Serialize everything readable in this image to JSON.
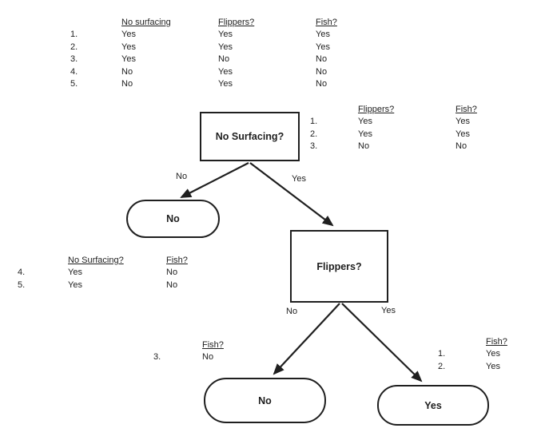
{
  "colors": {
    "ink": "#1f1f1f",
    "background": "#ffffff"
  },
  "tables": {
    "full_dataset": {
      "headers": {
        "c1": "No surfacing",
        "c2": "Flippers?",
        "c3": "Fish?"
      },
      "rows": [
        {
          "num": "1.",
          "c1": "Yes",
          "c2": "Yes",
          "c3": "Yes"
        },
        {
          "num": "2.",
          "c1": "Yes",
          "c2": "Yes",
          "c3": "Yes"
        },
        {
          "num": "3.",
          "c1": "Yes",
          "c2": "No",
          "c3": "No"
        },
        {
          "num": "4.",
          "c1": "No",
          "c2": "Yes",
          "c3": "No"
        },
        {
          "num": "5.",
          "c1": "No",
          "c2": "Yes",
          "c3": "No"
        }
      ]
    },
    "surfacing_yes_subset": {
      "headers": {
        "c1": "Flippers?",
        "c2": "Fish?"
      },
      "rows": [
        {
          "num": "1.",
          "c1": "Yes",
          "c2": "Yes"
        },
        {
          "num": "2.",
          "c1": "Yes",
          "c2": "Yes"
        },
        {
          "num": "3.",
          "c1": "No",
          "c2": "No"
        }
      ]
    },
    "surfacing_no_subset": {
      "headers": {
        "c1": "No Surfacing?",
        "c2": "Fish?"
      },
      "rows": [
        {
          "num": "4.",
          "c1": "Yes",
          "c2": "No"
        },
        {
          "num": "5.",
          "c1": "Yes",
          "c2": "No"
        }
      ]
    },
    "flippers_no_subset": {
      "headers": {
        "c1": "Fish?"
      },
      "rows": [
        {
          "num": "3.",
          "c1": "No"
        }
      ]
    },
    "flippers_yes_subset": {
      "headers": {
        "c1": "Fish?"
      },
      "rows": [
        {
          "num": "1.",
          "c1": "Yes"
        },
        {
          "num": "2.",
          "c1": "Yes"
        }
      ]
    }
  },
  "nodes": {
    "root": "No Surfacing?",
    "flippers": "Flippers?",
    "leaf_no_left": "No",
    "leaf_no_bottom": "No",
    "leaf_yes_bottom": "Yes"
  },
  "edge_labels": {
    "root_no": "No",
    "root_yes": "Yes",
    "flippers_no": "No",
    "flippers_yes": "Yes"
  }
}
